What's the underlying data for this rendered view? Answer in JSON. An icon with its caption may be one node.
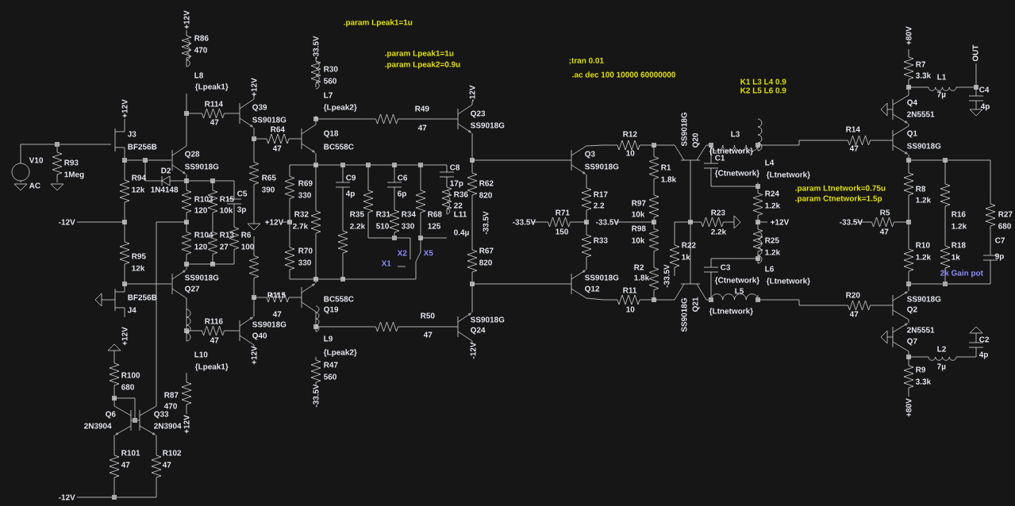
{
  "diagram": {
    "labels": [
      ".param Lpeak1=1u",
      "+12V",
      "+80V",
      "R86",
      "-33.5V",
      ".param Lpeak1=1u",
      "OUT",
      "470",
      ";tran 0.01",
      "R7",
      ".param Lpeak2=0.9u",
      "R30",
      ".ac dec 100 10000 60000000",
      "3.3k",
      "L8",
      "L1",
      "K1 L3 L4 0.9",
      "560",
      "+12V",
      "{Lpeak1}",
      "K2 L5 L6 0.9",
      "C4",
      "L7",
      "7µ",
      "-12V",
      "Q4",
      "R114",
      "4p",
      "{Lpeak2}",
      "Q39",
      "+12V",
      "R49",
      "2N5551",
      "Q23",
      "SS9018G",
      "47",
      "SS9018G",
      "47",
      "SS9018G",
      "R64",
      "R14",
      "J3",
      "Q18",
      "R12",
      "L3",
      "Q1",
      "Q20",
      "BF256B",
      "BC558C",
      "SS9018G",
      "47",
      "47",
      "{Ltnetwork}",
      "10",
      "Q28",
      "Q3",
      "C1",
      "V10",
      "R93",
      "L4",
      "SS9018G",
      "SS9018G",
      "C8",
      "R1",
      "D2",
      "{Ctnetwork}",
      "1Meg",
      "{Ltnetwork}",
      "R94",
      "R65",
      "C9",
      "C6",
      "1.8k",
      "R69",
      "R62",
      "17p",
      "AC",
      ".param Ltnetwork=0.75u",
      "R8",
      "12k",
      "1N4148",
      "390",
      "R24",
      "C5",
      "4p",
      "6p",
      "R36",
      "R17",
      "330",
      "820",
      ".param Ctnetwork=1.5p",
      "R103",
      "R15",
      "1.2k",
      "R97",
      "22",
      "2.2",
      "1.2k",
      "120",
      "10k",
      "3p",
      "R71",
      "R23",
      "R5",
      "R32",
      "R35",
      "R31",
      "R34",
      "R68",
      "L11",
      "10k",
      "R16",
      "R27",
      "-12V",
      "+12V",
      "-33.5V",
      "-33.5V",
      "-33.5V",
      "+12V",
      "-33.5V",
      "2.7k",
      "2.2k",
      "510",
      "330",
      "125",
      "1.2k",
      "680",
      "R98",
      "150",
      "2.2k",
      "47",
      "0.4µ",
      "R104",
      "R13",
      "R6",
      "R33",
      "10k",
      "R25",
      "C7",
      "R22",
      "R10",
      "R18",
      "120",
      "27",
      "100",
      "R70",
      "R67",
      "1.2k",
      "1k",
      "1.2k",
      "1k",
      "9p",
      "R95",
      "X2",
      "X5",
      "330",
      "820",
      "X1",
      "R2",
      "12k",
      "L6",
      "C3",
      "2k Gain pot",
      "-33.5V",
      "1.8k",
      "SS9018G",
      "SS9018G",
      "{Ltnetwork}",
      "{Ctnetwork}",
      "Q27",
      "Q12",
      "R11",
      "L5",
      "SS9018G",
      "Q21",
      "R115",
      "R20",
      "BF256B",
      "BC558C",
      "SS9018G",
      "10",
      "{Ltnetwork}",
      "J4",
      "Q19",
      "Q2",
      "47",
      "47",
      "R50",
      "SS9018G",
      "R116",
      "SS9018G",
      "2N5551",
      "Q24",
      "47",
      "Q40",
      "+12V",
      "L9",
      "C2",
      "47",
      "Q7",
      "-12V",
      "{Lpeak2}",
      "L10",
      "+12V",
      "4p",
      "L2",
      "R47",
      "{Lpeak1}",
      "7µ",
      "R9",
      "R100",
      "560",
      "3.3k",
      "680",
      "-33.5V",
      "R87",
      "470",
      "+80V",
      "Q6",
      "Q33",
      "+12V",
      "2N3904",
      "2N3904",
      "R101",
      "R102",
      "47",
      "47",
      "-12V"
    ]
  }
}
